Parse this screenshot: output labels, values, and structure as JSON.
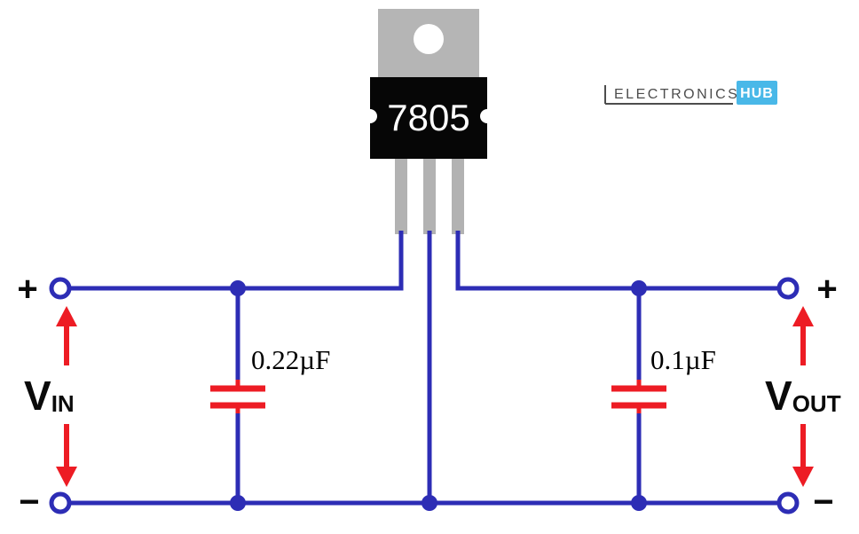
{
  "colors": {
    "wire": "#2d2db5",
    "capacitor": "#ed1c24",
    "arrow": "#ed1c24",
    "body": "#060606",
    "tab": "#b5b5b5",
    "pin": "#b2b2b2",
    "logo_text": "#4d4d4d",
    "logo_badge": "#49b8e8"
  },
  "regulator": {
    "label": "7805"
  },
  "capacitors": {
    "left_value": "0.22µF",
    "right_value": "0.1µF"
  },
  "terminals": {
    "top_left": "+",
    "top_right": "+",
    "bottom_left": "−",
    "bottom_right": "−"
  },
  "labels": {
    "vin_main": "V",
    "vin_sub": "IN",
    "vout_main": "V",
    "vout_sub": "OUT"
  },
  "logo": {
    "brand": "ELECTRONICS",
    "badge": "HUB"
  }
}
